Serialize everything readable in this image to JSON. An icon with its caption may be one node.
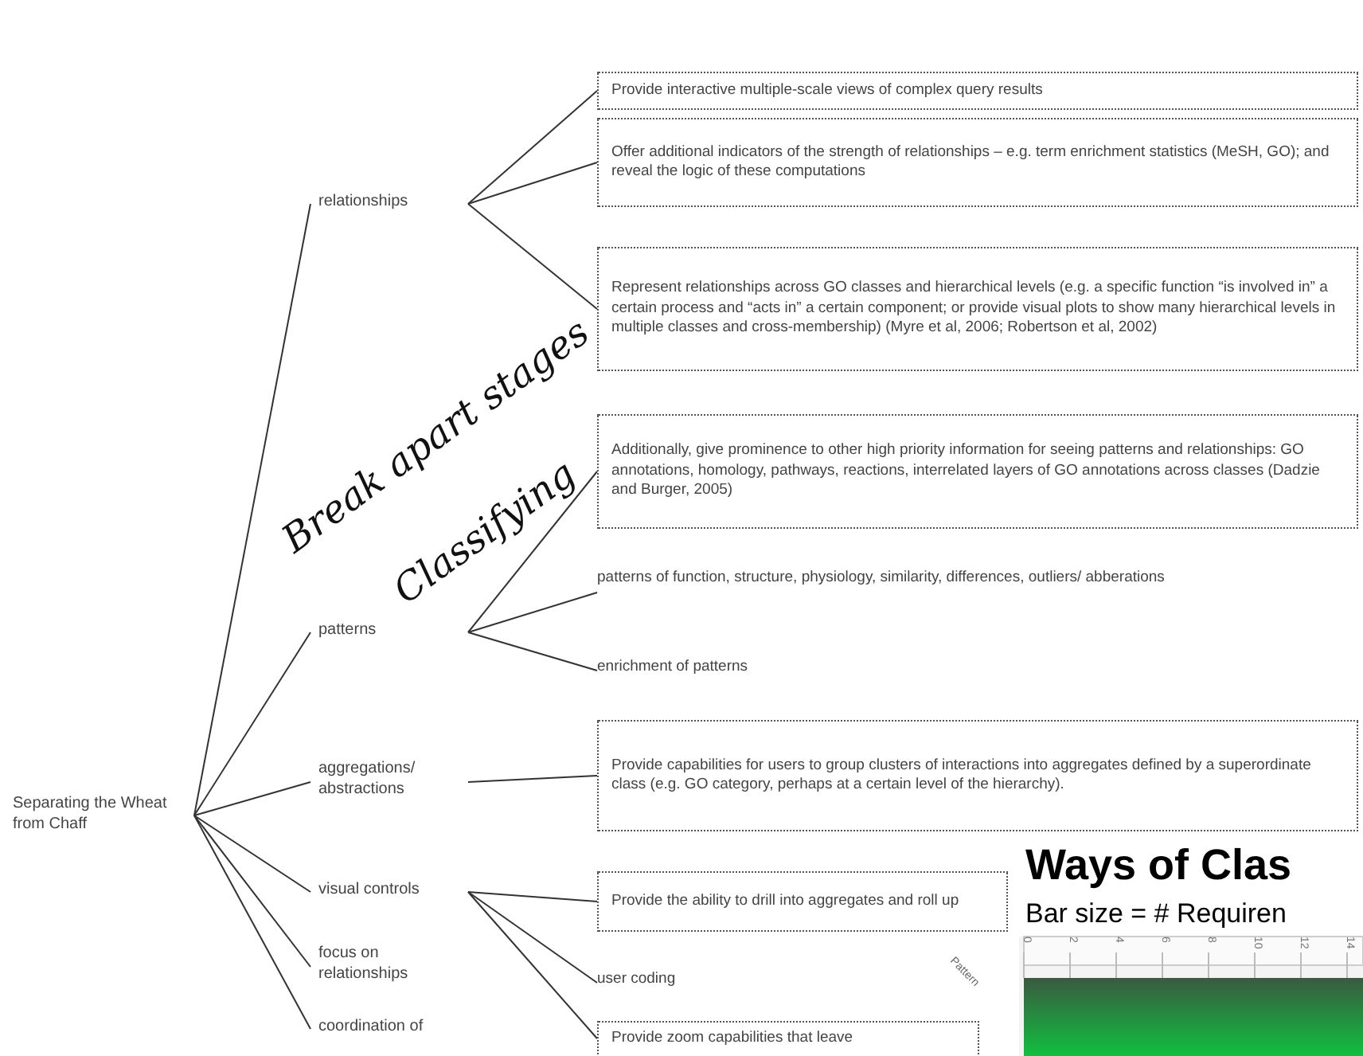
{
  "diagram": {
    "nodes": [
      {
        "text": [
          "Separating the Wheat from Chaff"
        ]
      },
      {
        "text": [
          "relationships"
        ]
      },
      {
        "text": [
          "Provide interactive multiple-scale views of complex query results"
        ]
      },
      {
        "text": [
          "Offer additional indicators of the strength of relationships – e.g. term enrichment statistics (MeSH, GO); and reveal the logic of these computations"
        ]
      },
      {
        "text": [
          "Represent relationships across GO classes and hierarchical levels (e.g. a specific function “is involved in” a certain process and “acts in” a certain component; or provide visual plots to show many hierarchical levels in multiple classes and cross-membership) (Myre et al, 2006; Robertson et al, 2002)"
        ]
      },
      {
        "text": [
          "Additionally, give prominence to other high priority information for seeing patterns and relationships: GO annotations, homology, pathways, reactions, interrelated layers of GO annotations across classes (Dadzie and Burger, 2005)"
        ]
      },
      {
        "text": [
          "patterns"
        ]
      },
      {
        "text": [
          "patterns of function, structure, physiology, similarity, differences, outliers/ abberations"
        ]
      },
      {
        "text": [
          "enrichment of patterns"
        ]
      },
      {
        "text": [
          "aggregations/ abstractions"
        ]
      },
      {
        "text": [
          "Provide capabilities for users to group clusters of interactions into aggregates defined by a superordinate class (e.g. GO category, perhaps at a certain level of the hierarchy)."
        ]
      },
      {
        "text": [
          "visual controls"
        ]
      },
      {
        "text": [
          "Provide  the ability to drill into aggregates and roll up"
        ]
      },
      {
        "text": [
          "user coding"
        ]
      },
      {
        "text": [
          "focus on relationships"
        ]
      },
      {
        "text": [
          "coordination of"
        ]
      },
      {
        "text": [
          "Provide zoom capabilities that leave"
        ]
      }
    ],
    "edges": [
      {
        "from": 0,
        "to": 1,
        "arrow": "none"
      },
      {
        "from": 0,
        "to": 6,
        "arrow": "none"
      },
      {
        "from": 0,
        "to": 9,
        "arrow": "none"
      },
      {
        "from": 0,
        "to": 11,
        "arrow": "none"
      },
      {
        "from": 0,
        "to": 14,
        "arrow": "none"
      },
      {
        "from": 0,
        "to": 15,
        "arrow": "none"
      },
      {
        "from": 1,
        "to": 2,
        "arrow": "none"
      },
      {
        "from": 1,
        "to": 3,
        "arrow": "none"
      },
      {
        "from": 1,
        "to": 4,
        "arrow": "none"
      },
      {
        "from": 6,
        "to": 5,
        "arrow": "none"
      },
      {
        "from": 6,
        "to": 7,
        "arrow": "none"
      },
      {
        "from": 6,
        "to": 8,
        "arrow": "none"
      },
      {
        "from": 9,
        "to": 10,
        "arrow": "none"
      },
      {
        "from": 11,
        "to": 12,
        "arrow": "none"
      },
      {
        "from": 11,
        "to": 13,
        "arrow": "none"
      },
      {
        "from": 11,
        "to": 16,
        "arrow": "none"
      }
    ],
    "labels": [
      "Break apart stages",
      "Classifying",
      "Ways of Clas",
      "Bar size = # Requiren",
      "0",
      "2",
      "4",
      "6",
      "8",
      "10",
      "12",
      "14",
      "Pattern"
    ]
  }
}
